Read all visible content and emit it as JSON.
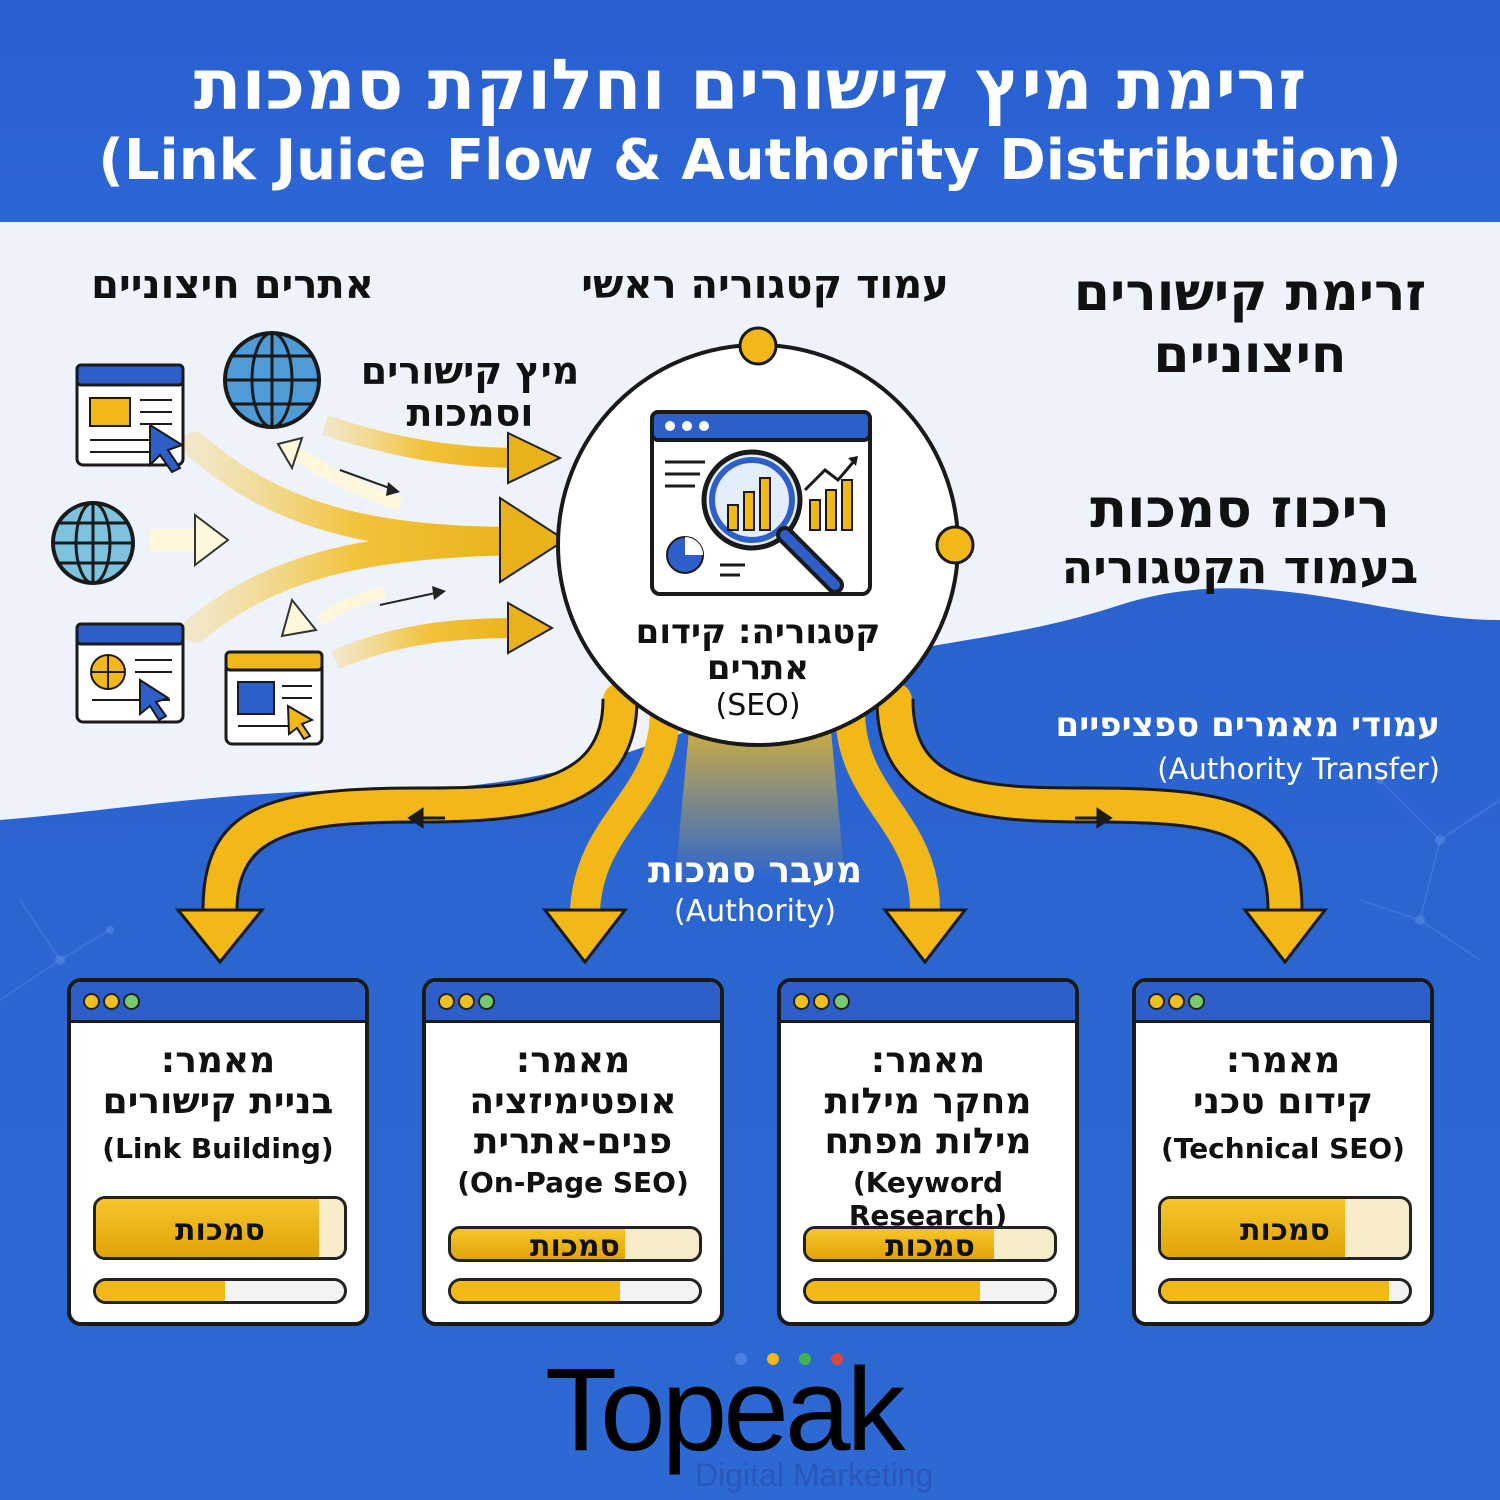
{
  "header": {
    "title_he": "זרימת מיץ קישורים וחלוקת סמכות",
    "title_en": "(Link Juice Flow & Authority Distribution)"
  },
  "labels": {
    "external_sites": "אתרים חיצוניים",
    "main_category_page": "עמוד קטגוריה ראשי",
    "external_link_flow": [
      "זרימת קישורים",
      "חיצוניים"
    ],
    "juice_and_authority": [
      "מיץ קישורים",
      "וסמכות"
    ],
    "authority_concentration": [
      "ריכוז סמכות",
      "בעמוד הקטגוריה"
    ],
    "specific_articles": "עמודי מאמרים ספציפיים",
    "authority_transfer": "(Authority Transfer)",
    "authority_pass": "מעבר סמכות",
    "authority_pass_en": "(Authority)"
  },
  "center": {
    "title": [
      "קטגוריה: קידום",
      "אתרים"
    ],
    "subtitle": "(SEO)"
  },
  "cards": [
    {
      "kicker": "מאמר:",
      "title": [
        "קידום טכני"
      ],
      "en": "(Technical SEO)",
      "meter_label": "סמכות",
      "meter": 0.74,
      "bar": 0.92
    },
    {
      "kicker": "מאמר:",
      "title": [
        "מחקר מילות",
        "מילות מפתח"
      ],
      "en": "(Keyword Research)",
      "meter_label": "סמכות",
      "meter": 0.76,
      "bar": 0.7
    },
    {
      "kicker": "מאמר:",
      "title": [
        "אופטימיזציה",
        "פנים-אתרית"
      ],
      "en": "(On-Page SEO)",
      "meter_label": "סמכות",
      "meter": 0.7,
      "bar": 0.68
    },
    {
      "kicker": "מאמר:",
      "title": [
        "בניית קישורים"
      ],
      "en": "(Link Building)",
      "meter_label": "סמכות",
      "meter": 0.9,
      "bar": 0.52
    }
  ],
  "brand": {
    "name": "Topeak",
    "tagline": "Digital Marketing",
    "dot_colors": [
      "#4a7fe0",
      "#f2b817",
      "#3fb54a",
      "#e0443c"
    ]
  },
  "colors": {
    "brand_blue": "#2c66d6",
    "flow_gold": "#f2b817",
    "outline": "#1a1a1a"
  }
}
